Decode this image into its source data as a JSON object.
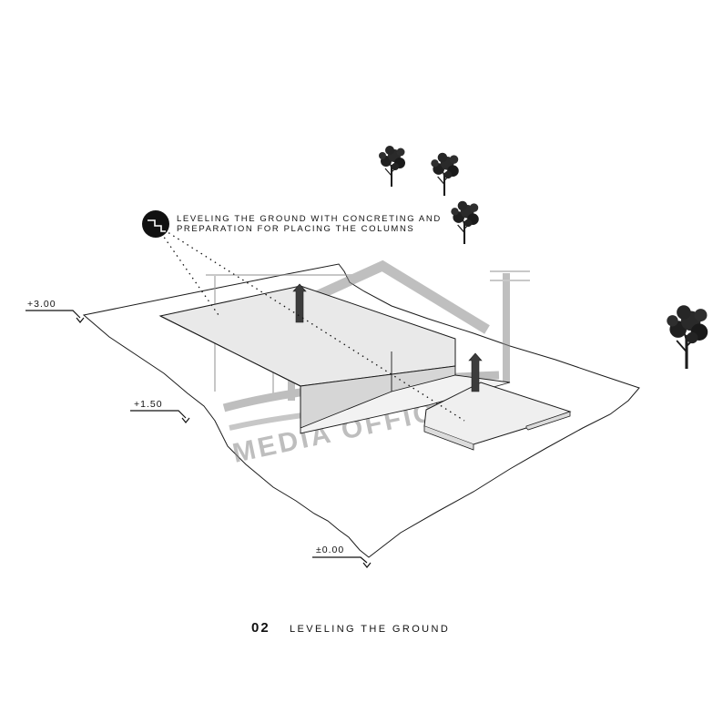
{
  "annotation": {
    "line1": "LEVELING THE GROUND WITH CONCRETING AND",
    "line2": "PREPARATION FOR PLACING THE COLUMNS"
  },
  "levels": [
    {
      "id": "level-300",
      "label": "+3.00"
    },
    {
      "id": "level-150",
      "label": "+1.50"
    },
    {
      "id": "level-000",
      "label": "±0.00"
    }
  ],
  "watermark": {
    "text": "MEDIA OFFICE"
  },
  "caption": {
    "number": "02",
    "title": "LEVELING THE GROUND"
  },
  "icons": [
    "stairs-icon",
    "up-arrow-icon",
    "tree-icon"
  ]
}
